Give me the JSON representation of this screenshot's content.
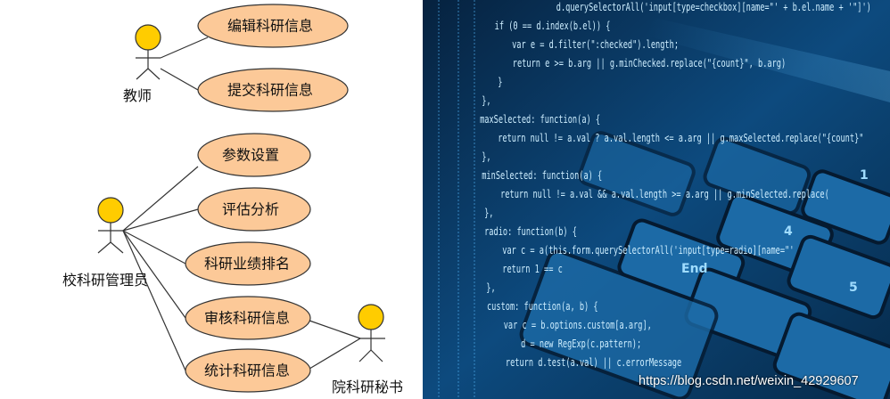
{
  "colors": {
    "usecase_fill": "#fcc998",
    "actor_head": "#ffcc00",
    "line": "#333333",
    "photo_bg": "#0a3a66"
  },
  "actors": {
    "teacher": "教师",
    "admin": "校科研管理员",
    "secretary": "院科研秘书"
  },
  "use_cases": {
    "edit": "编辑科研信息",
    "submit": "提交科研信息",
    "params": "参数设置",
    "evaluate": "评估分析",
    "ranking": "科研业绩排名",
    "review": "审核科研信息",
    "statistics": "统计科研信息"
  },
  "photo": {
    "code_lines": [
      "d.querySelectorAll('input[type=checkbox][name=\"' + b.el.name + '\"]')",
      "if (0 == d.index(b.el)) {",
      "var e = d.filter(\":checked\").length;",
      "return e >= b.arg || g.minChecked.replace(\"{count}\", b.arg)",
      "}",
      "},",
      "maxSelected: function(a) {",
      "return null != a.val ? a.val.length <= a.arg || g.maxSelected.replace(\"{count}\"",
      "},",
      "minSelected: function(a) {",
      "return null != a.val && a.val.length >= a.arg || g.minSelected.replace(",
      "},",
      "radio: function(b) {",
      "var c = a(this.form.querySelectorAll('input[type=radio][name=\"'",
      "return 1 == c",
      "},",
      "custom: function(a, b) {",
      "var c = b.options.custom[a.arg],",
      "d = new RegExp(c.pattern);",
      "return d.test(a.val) || c.errorMessage"
    ],
    "key_labels": [
      "End",
      "1",
      "4",
      "5"
    ],
    "watermark": "https://blog.csdn.net/weixin_42929607"
  }
}
